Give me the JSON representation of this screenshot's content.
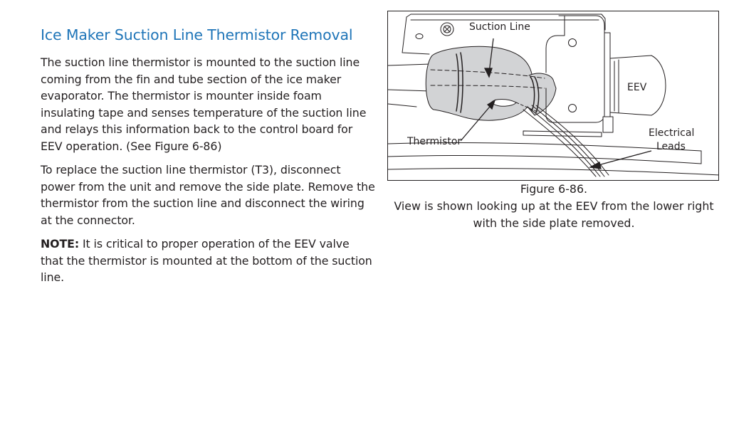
{
  "section": {
    "title": "Ice Maker Suction Line Thermistor Removal",
    "paragraph_1": "The suction line thermistor is mounted to the suction line coming from the fin and tube section of the ice maker evaporator.  The thermistor is mounter inside foam insulating tape and senses temperature of the suction line and relays this information back to the control board for EEV operation.  (See Figure 6-86)",
    "paragraph_2": "To replace the suction line thermistor (T3), disconnect power from the unit and remove the side plate.  Remove the thermistor from the suction line and disconnect the wiring at the connector.",
    "note_label": "NOTE:",
    "note_text": " It is critical to proper operation of the EEV valve that the thermistor is mounted at the bottom of the suction line."
  },
  "figure": {
    "labels": {
      "suction_line": "Suction Line",
      "eev": "EEV",
      "thermistor": "Thermistor",
      "electrical": "Electrical",
      "leads": "Leads"
    },
    "caption_line_1": "Figure 6-86.",
    "caption_line_2": "View is shown looking up at the EEV from the lower right",
    "caption_line_3": "with the side plate removed."
  },
  "colors": {
    "heading": "#1f75b8",
    "text": "#231f20",
    "foam": "#d2d3d5"
  }
}
